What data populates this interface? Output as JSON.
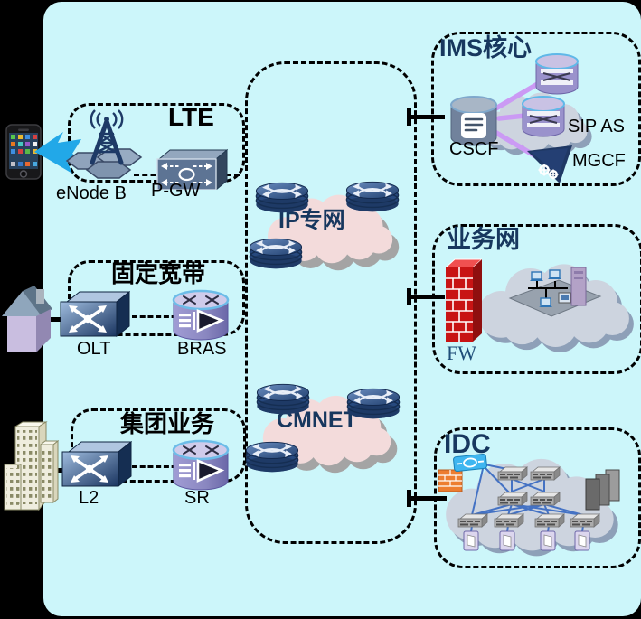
{
  "diagram": {
    "access": {
      "lte": {
        "title": "LTE",
        "enodeb_label": "eNode B",
        "pgw_label": "P-GW"
      },
      "fixed_broadband": {
        "title": "固定宽带",
        "olt_label": "OLT",
        "bras_label": "BRAS"
      },
      "group_business": {
        "title": "集团业务",
        "l2_label": "L2",
        "sr_label": "SR"
      }
    },
    "backbone": {
      "ip_private_cloud_label": "IP专网",
      "cmnet_cloud_label": "CMNET"
    },
    "ims": {
      "title": "IMS核心",
      "cscf_label": "CSCF",
      "sip_as_label": "SIP AS",
      "mgcf_label": "MGCF"
    },
    "service_network": {
      "title": "业务网",
      "fw_label": "FW"
    },
    "idc": {
      "title": "IDC"
    }
  },
  "colors": {
    "page_background": "#000000",
    "panel_background": "#CCF6FA",
    "title_navy": "#17375E",
    "cloud_pink": "#F3DBDB",
    "cloud_gray": "#CDD4DF",
    "link_purple": "#CB9AF4",
    "lightning_blue": "#22A8E8",
    "firewall_red": "#C81414",
    "router_navy": "#1E3A66"
  }
}
